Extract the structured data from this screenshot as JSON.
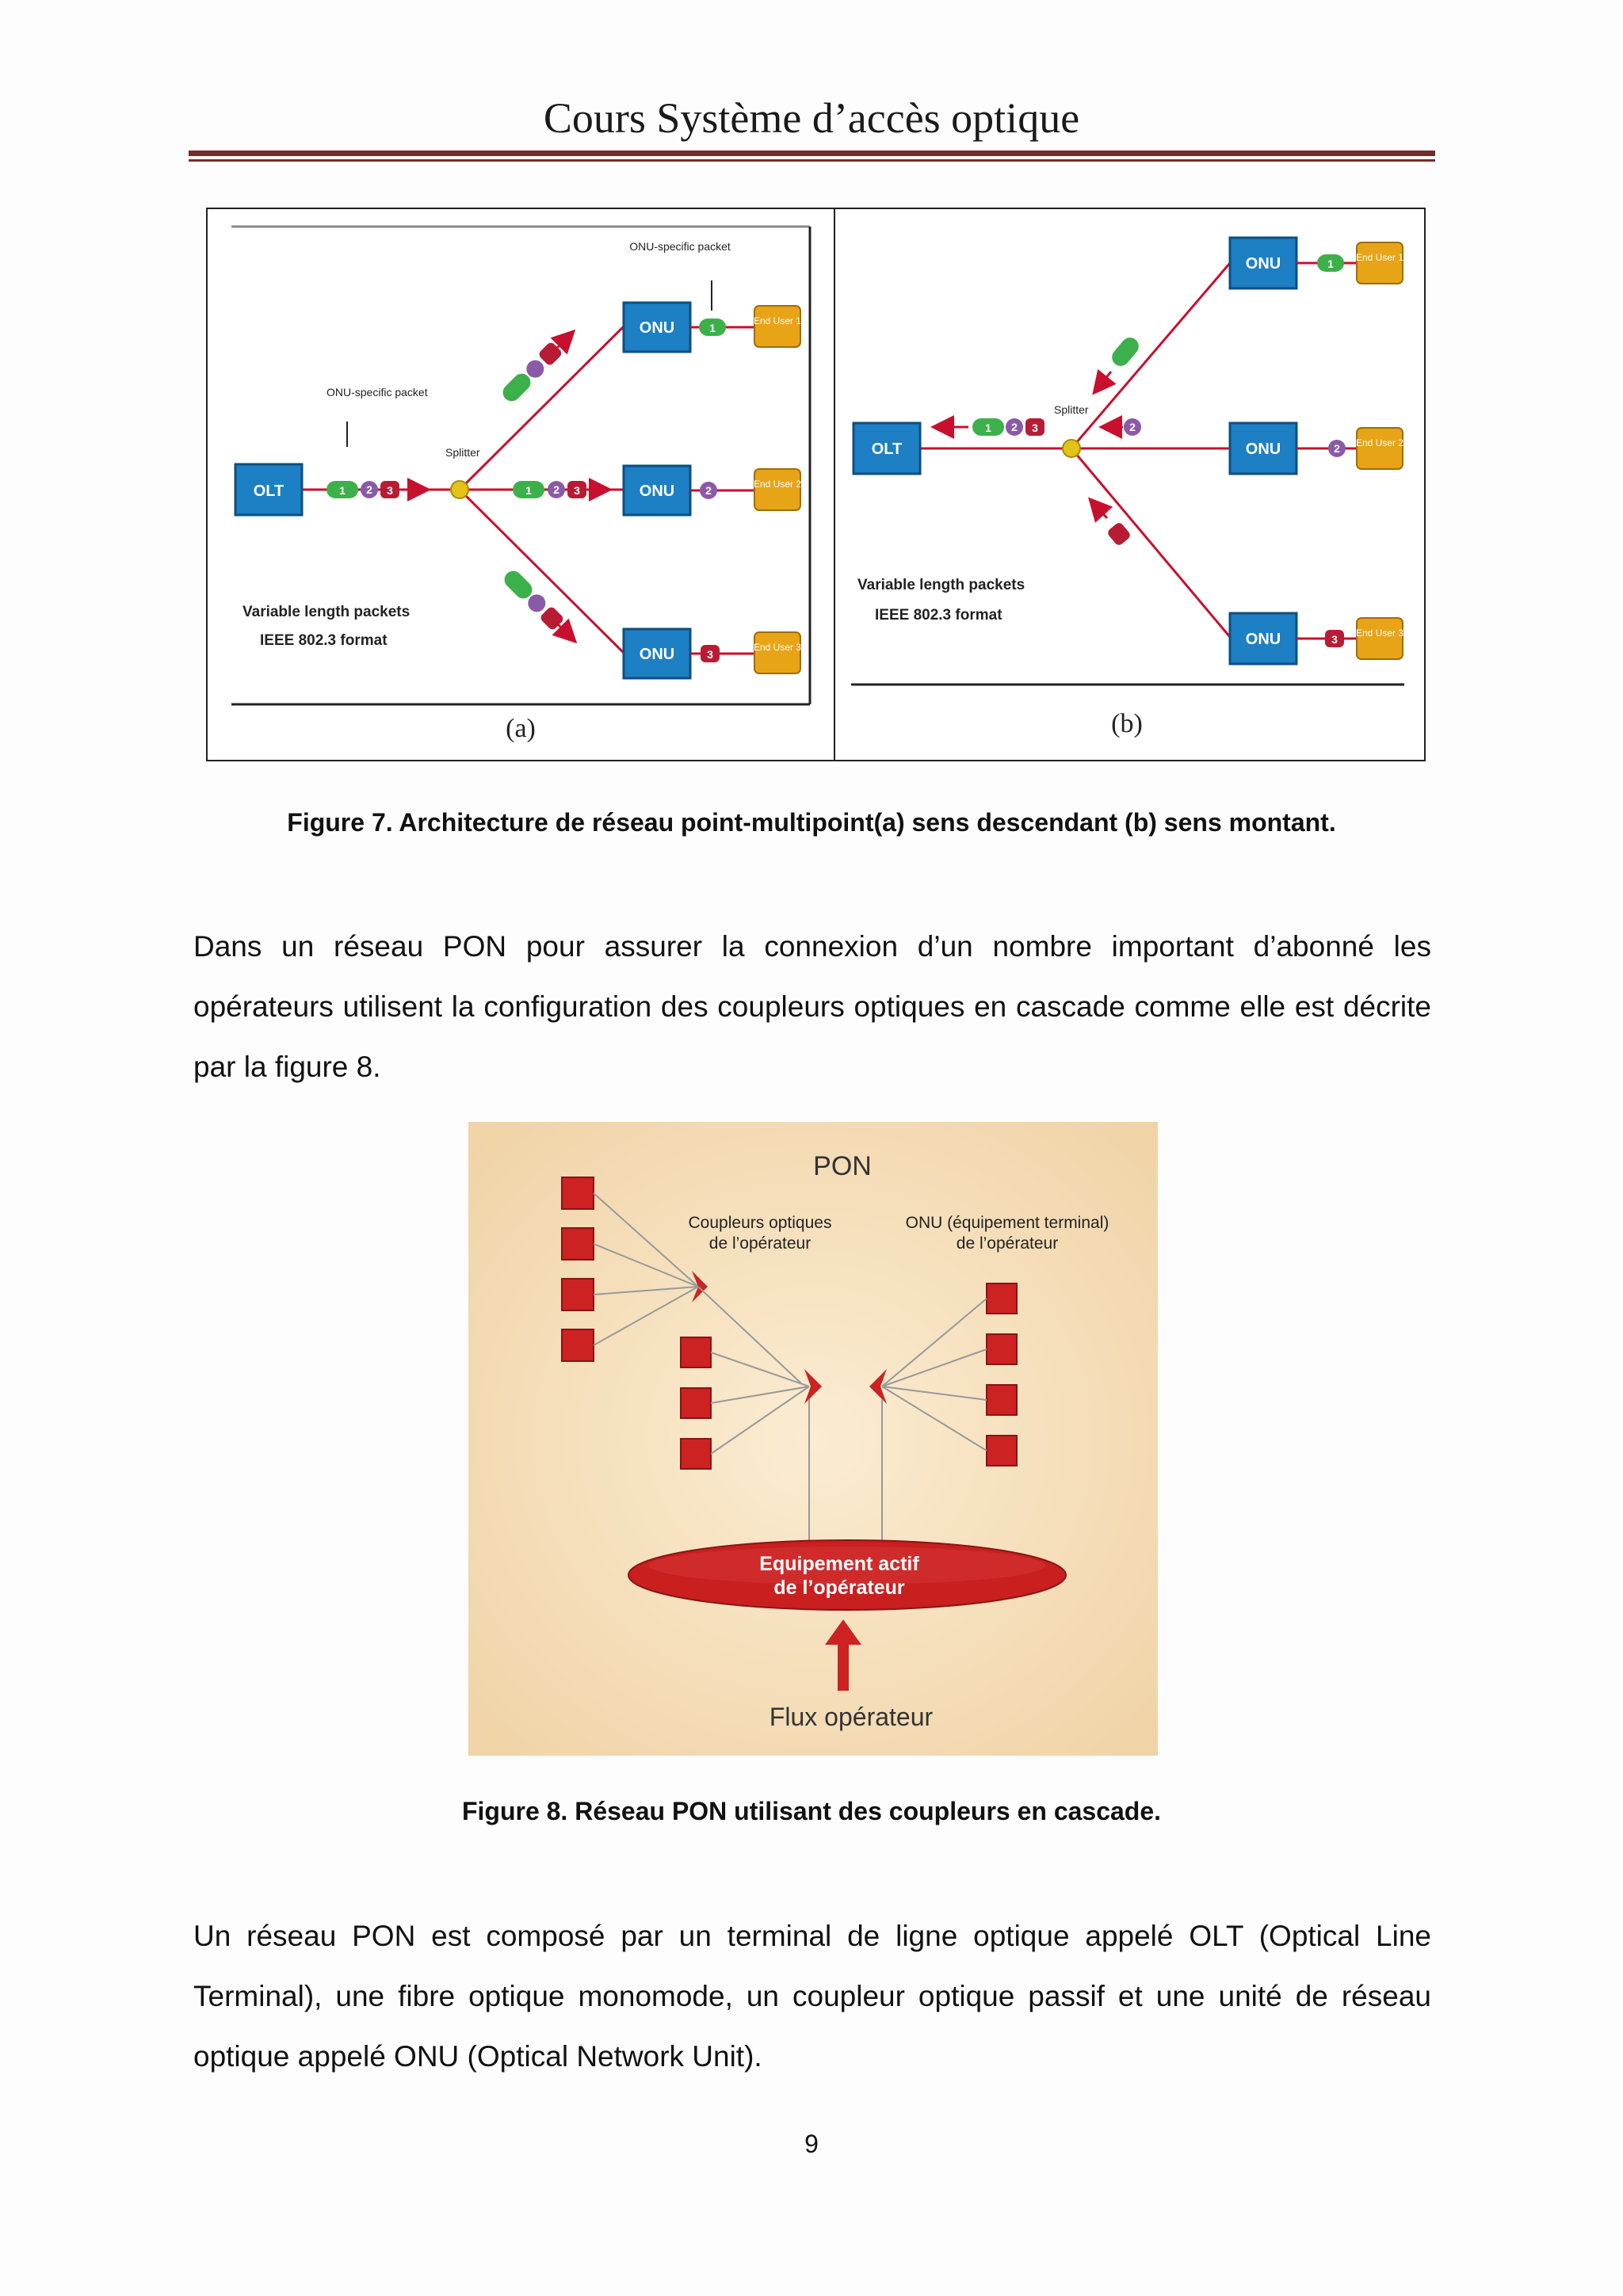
{
  "header": {
    "title": "Cours Système d’accès optique"
  },
  "figure7": {
    "panel_a": {
      "olt": "OLT",
      "splitter": "Splitter",
      "onu": [
        "ONU",
        "ONU",
        "ONU"
      ],
      "end_users": [
        "End User 1",
        "End User 2",
        "End User 3"
      ],
      "onu_specific_packet_top": "ONU-specific packet",
      "onu_specific_packet_left": "ONU-specific packet",
      "variable_length": "Variable length packets",
      "ieee_format": "IEEE 802.3 format",
      "panel_label": "(a)"
    },
    "panel_b": {
      "olt": "OLT",
      "splitter": "Splitter",
      "onu": [
        "ONU",
        "ONU",
        "ONU"
      ],
      "end_users": [
        "End User 1",
        "End User 2",
        "End User 3"
      ],
      "variable_length": "Variable length packets",
      "ieee_format": "IEEE 802.3 format",
      "panel_label": "(b)"
    },
    "caption": "Figure 7. Architecture de réseau point-multipoint(a) sens descendant (b) sens montant."
  },
  "paragraph1": "Dans un réseau PON pour assurer la connexion d’un nombre important d’abonné les opérateurs utilisent la configuration des coupleurs optiques en cascade comme elle est décrite par la figure 8.",
  "figure8": {
    "title": "PON",
    "couplers_label_1": "Coupleurs optiques",
    "couplers_label_2": "de l’opérateur",
    "onu_label_1": "ONU (équipement terminal)",
    "onu_label_2": "de l’opérateur",
    "active_equipment_1": "Equipement actif",
    "active_equipment_2": "de l’opérateur",
    "flux": "Flux opérateur",
    "caption": "Figure 8. Réseau PON utilisant des coupleurs en cascade."
  },
  "paragraph2": "Un réseau PON est composé par un terminal de ligne optique appelé OLT (Optical Line Terminal), une fibre optique monomode, un coupleur optique passif et une unité de réseau optique appelé ONU (Optical Network Unit).",
  "page_number": "9",
  "colors": {
    "rule": "#7a2a2a",
    "onu_blue": "#1d7fc4",
    "end_user_gold": "#e8a417",
    "fiber_red": "#c8102e",
    "packet_green": "#3cb04a",
    "packet_purple": "#8a5aa8",
    "packet_red": "#b81c34",
    "fig8_bg": "#f6e2bf",
    "fig8_square": "#cc2222"
  }
}
